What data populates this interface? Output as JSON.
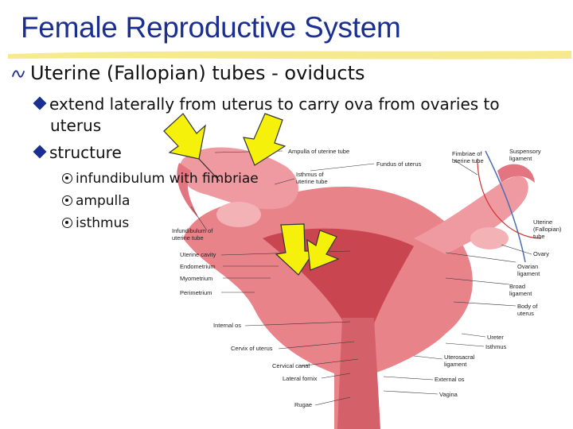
{
  "slide": {
    "title": "Female Reproductive System",
    "main_bullet": "Uterine (Fallopian) tubes - oviducts",
    "sub_bullets": [
      "extend laterally from uterus to carry ova from ovaries to",
      "uterus",
      "structure"
    ],
    "sub_sub_bullets": [
      "infundibulum with fimbriae",
      "ampulla",
      "isthmus"
    ]
  },
  "illustration": {
    "labels": [
      "Ampulla of uterine tube",
      "Isthmus of",
      "uterine tube",
      "Fundus of uterus",
      "Fimbriae of",
      "uterine tube",
      "Suspensory",
      "ligament",
      "Infundibulum of",
      "uterine tube",
      "Uterine cavity",
      "Endometrium",
      "Myometrium",
      "Perimetrium",
      "Internal os",
      "Cervix of uterus",
      "Cervical canal",
      "Lateral fornix",
      "Rugae",
      "Uterine",
      "(Fallopian)",
      "tube",
      "Ovary",
      "Ovarian",
      "ligament",
      "Broad",
      "ligament",
      "Body of",
      "uterus",
      "Ureter",
      "Isthmus",
      "Uterosacral",
      "ligament",
      "External os",
      "Vagina"
    ]
  },
  "colors": {
    "title": "#1a2f8f",
    "arrow_fill": "#f5f10a",
    "tissue": "#e9838a",
    "underline": "#f3e77a"
  }
}
